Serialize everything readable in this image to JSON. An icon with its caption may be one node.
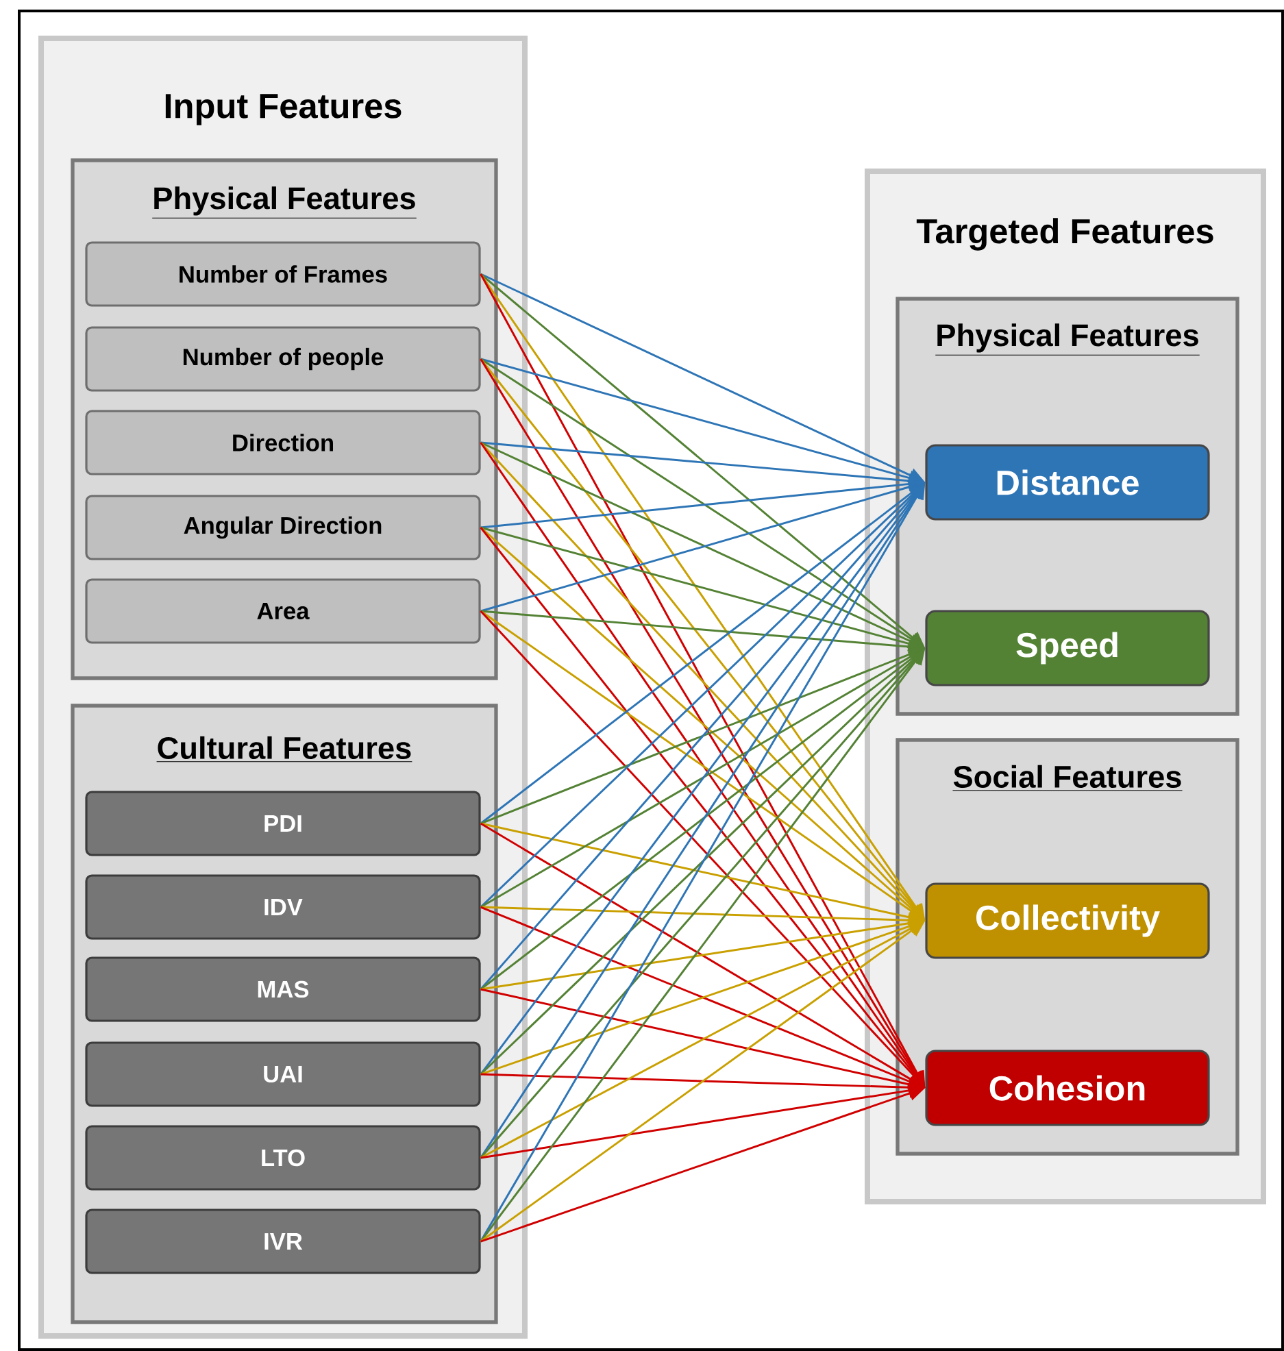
{
  "diagram": {
    "nodes": [
      {
        "text": [
          "Input Features"
        ]
      },
      {
        "text": [
          "Physical Features"
        ],
        "in": 0
      },
      {
        "text": [
          "Number of Frames"
        ],
        "in": 1
      },
      {
        "text": [
          "Number of people"
        ],
        "in": 1
      },
      {
        "text": [
          "Direction"
        ],
        "in": 1
      },
      {
        "text": [
          "Angular Direction"
        ],
        "in": 1
      },
      {
        "text": [
          "Area"
        ],
        "in": 1
      },
      {
        "text": [
          "Cultural Features"
        ],
        "in": 0
      },
      {
        "text": [
          "PDI"
        ],
        "in": 7
      },
      {
        "text": [
          "IDV"
        ],
        "in": 7
      },
      {
        "text": [
          "MAS"
        ],
        "in": 7
      },
      {
        "text": [
          "UAI"
        ],
        "in": 7
      },
      {
        "text": [
          "LTO"
        ],
        "in": 7
      },
      {
        "text": [
          "IVR"
        ],
        "in": 7
      },
      {
        "text": [
          "Targeted Features"
        ]
      },
      {
        "text": [
          "Physical Features"
        ],
        "in": 14
      },
      {
        "text": [
          "Distance"
        ],
        "in": 15
      },
      {
        "text": [
          "Speed"
        ],
        "in": 15
      },
      {
        "text": [
          "Social Features"
        ],
        "in": 14
      },
      {
        "text": [
          "Collectivity"
        ],
        "in": 18
      },
      {
        "text": [
          "Cohesion"
        ],
        "in": 18
      }
    ],
    "edges": [
      {
        "from": 2,
        "to": 16,
        "arrow": "to",
        "color": "#2e75b6"
      },
      {
        "from": 2,
        "to": 17,
        "arrow": "to",
        "color": "#548235"
      },
      {
        "from": 2,
        "to": 19,
        "arrow": "to",
        "color": "#c9a000"
      },
      {
        "from": 2,
        "to": 20,
        "arrow": "to",
        "color": "#d00000"
      },
      {
        "from": 3,
        "to": 16,
        "arrow": "to",
        "color": "#2e75b6"
      },
      {
        "from": 3,
        "to": 17,
        "arrow": "to",
        "color": "#548235"
      },
      {
        "from": 3,
        "to": 19,
        "arrow": "to",
        "color": "#c9a000"
      },
      {
        "from": 3,
        "to": 20,
        "arrow": "to",
        "color": "#d00000"
      },
      {
        "from": 4,
        "to": 16,
        "arrow": "to",
        "color": "#2e75b6"
      },
      {
        "from": 4,
        "to": 17,
        "arrow": "to",
        "color": "#548235"
      },
      {
        "from": 4,
        "to": 19,
        "arrow": "to",
        "color": "#c9a000"
      },
      {
        "from": 4,
        "to": 20,
        "arrow": "to",
        "color": "#d00000"
      },
      {
        "from": 5,
        "to": 16,
        "arrow": "to",
        "color": "#2e75b6"
      },
      {
        "from": 5,
        "to": 17,
        "arrow": "to",
        "color": "#548235"
      },
      {
        "from": 5,
        "to": 19,
        "arrow": "to",
        "color": "#c9a000"
      },
      {
        "from": 5,
        "to": 20,
        "arrow": "to",
        "color": "#d00000"
      },
      {
        "from": 6,
        "to": 16,
        "arrow": "to",
        "color": "#2e75b6"
      },
      {
        "from": 6,
        "to": 17,
        "arrow": "to",
        "color": "#548235"
      },
      {
        "from": 6,
        "to": 19,
        "arrow": "to",
        "color": "#c9a000"
      },
      {
        "from": 6,
        "to": 20,
        "arrow": "to",
        "color": "#d00000"
      },
      {
        "from": 8,
        "to": 16,
        "arrow": "to",
        "color": "#2e75b6"
      },
      {
        "from": 8,
        "to": 17,
        "arrow": "to",
        "color": "#548235"
      },
      {
        "from": 8,
        "to": 19,
        "arrow": "to",
        "color": "#c9a000"
      },
      {
        "from": 8,
        "to": 20,
        "arrow": "to",
        "color": "#d00000"
      },
      {
        "from": 9,
        "to": 16,
        "arrow": "to",
        "color": "#2e75b6"
      },
      {
        "from": 9,
        "to": 17,
        "arrow": "to",
        "color": "#548235"
      },
      {
        "from": 9,
        "to": 19,
        "arrow": "to",
        "color": "#c9a000"
      },
      {
        "from": 9,
        "to": 20,
        "arrow": "to",
        "color": "#d00000"
      },
      {
        "from": 10,
        "to": 16,
        "arrow": "to",
        "color": "#2e75b6"
      },
      {
        "from": 10,
        "to": 17,
        "arrow": "to",
        "color": "#548235"
      },
      {
        "from": 10,
        "to": 19,
        "arrow": "to",
        "color": "#c9a000"
      },
      {
        "from": 10,
        "to": 20,
        "arrow": "to",
        "color": "#d00000"
      },
      {
        "from": 11,
        "to": 16,
        "arrow": "to",
        "color": "#2e75b6"
      },
      {
        "from": 11,
        "to": 17,
        "arrow": "to",
        "color": "#548235"
      },
      {
        "from": 11,
        "to": 19,
        "arrow": "to",
        "color": "#c9a000"
      },
      {
        "from": 11,
        "to": 20,
        "arrow": "to",
        "color": "#d00000"
      },
      {
        "from": 12,
        "to": 16,
        "arrow": "to",
        "color": "#2e75b6"
      },
      {
        "from": 12,
        "to": 17,
        "arrow": "to",
        "color": "#548235"
      },
      {
        "from": 12,
        "to": 19,
        "arrow": "to",
        "color": "#c9a000"
      },
      {
        "from": 12,
        "to": 20,
        "arrow": "to",
        "color": "#d00000"
      },
      {
        "from": 13,
        "to": 16,
        "arrow": "to",
        "color": "#2e75b6"
      },
      {
        "from": 13,
        "to": 17,
        "arrow": "to",
        "color": "#548235"
      },
      {
        "from": 13,
        "to": 19,
        "arrow": "to",
        "color": "#c9a000"
      },
      {
        "from": 13,
        "to": 20,
        "arrow": "to",
        "color": "#d00000"
      }
    ]
  }
}
